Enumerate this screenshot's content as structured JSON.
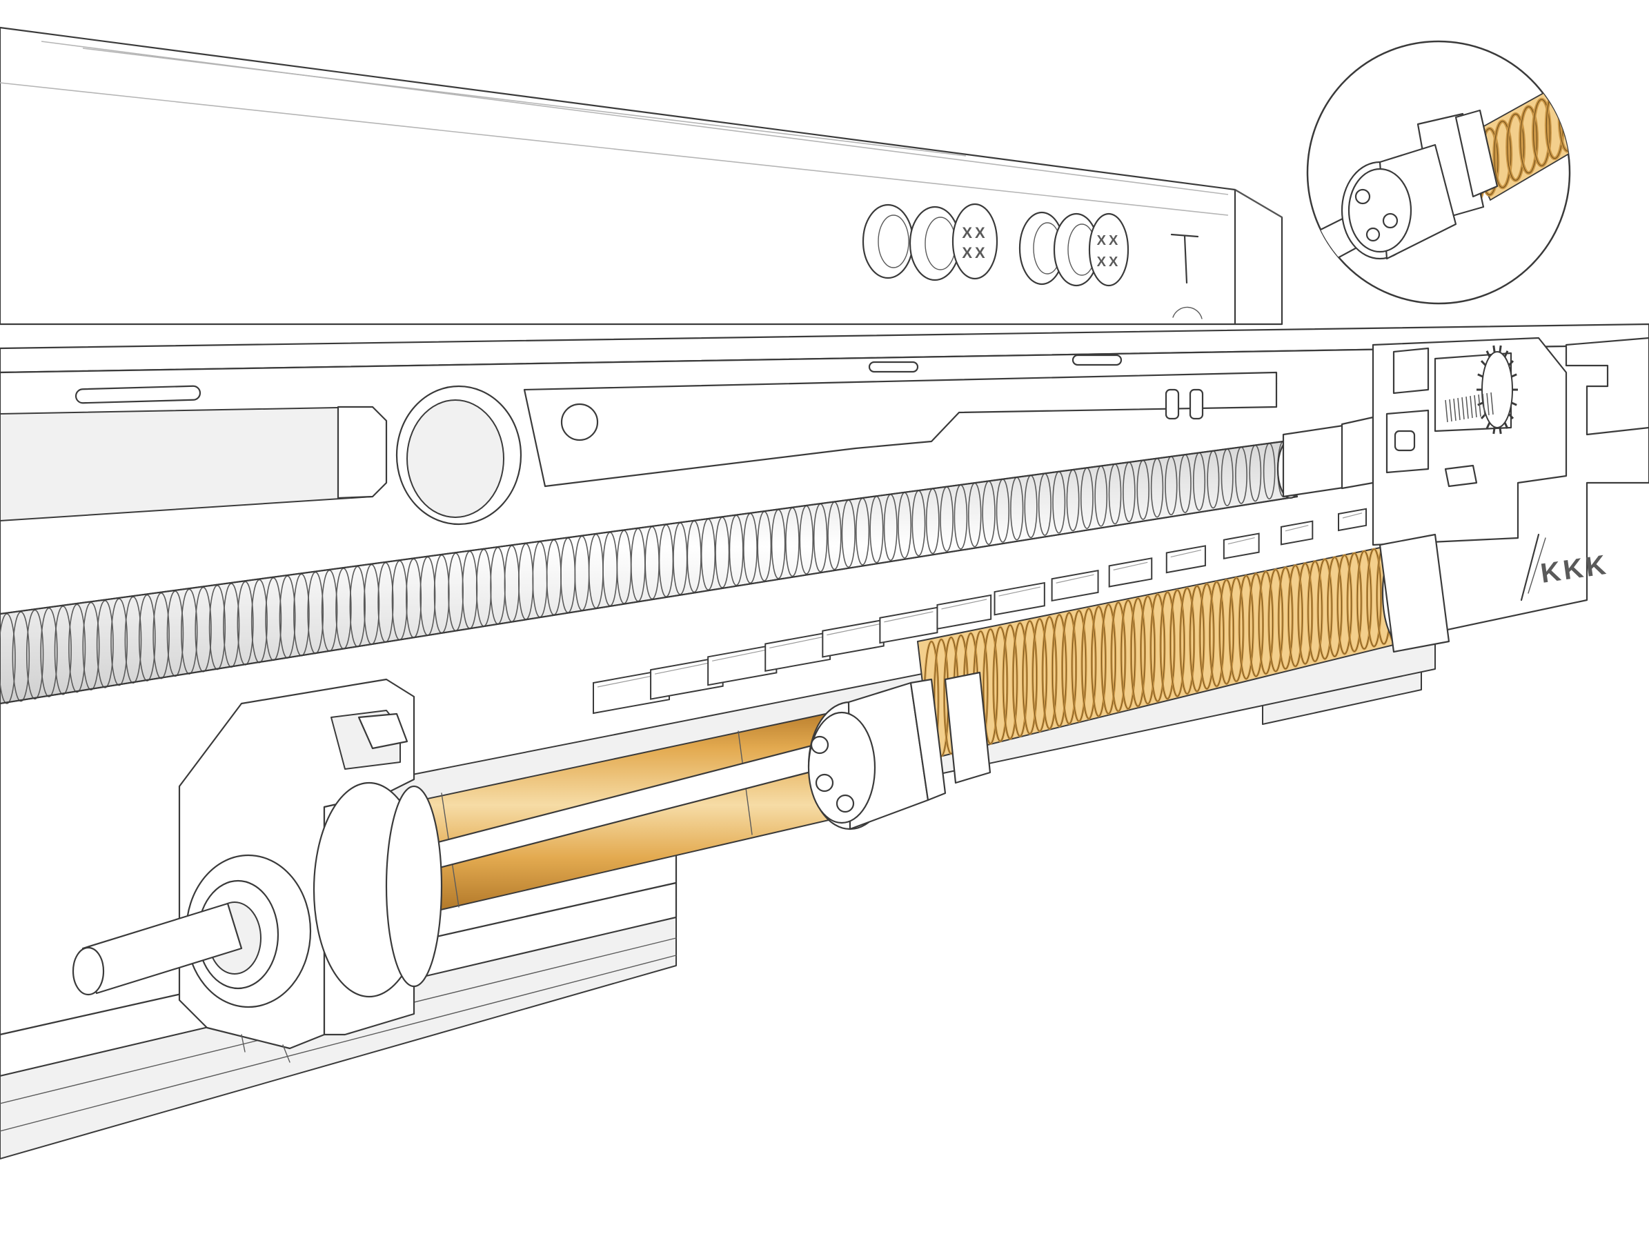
{
  "markings": {
    "hole_mark_1": "XX",
    "hole_mark_2": "XX",
    "side_code": "KKK"
  },
  "colors": {
    "line": "#3a3a3a",
    "background": "#ffffff",
    "brass_light": "#f3cf8c",
    "brass_mid": "#e3aa50",
    "brass_dark": "#b87d2c",
    "spring_coil": "#c99545"
  },
  "icons": {
    "detail_inset": "magnified-spring-collar-icon",
    "grey_spring": "coil-spring-icon",
    "brass_spring": "coil-spring-icon",
    "gear": "gear-icon"
  }
}
